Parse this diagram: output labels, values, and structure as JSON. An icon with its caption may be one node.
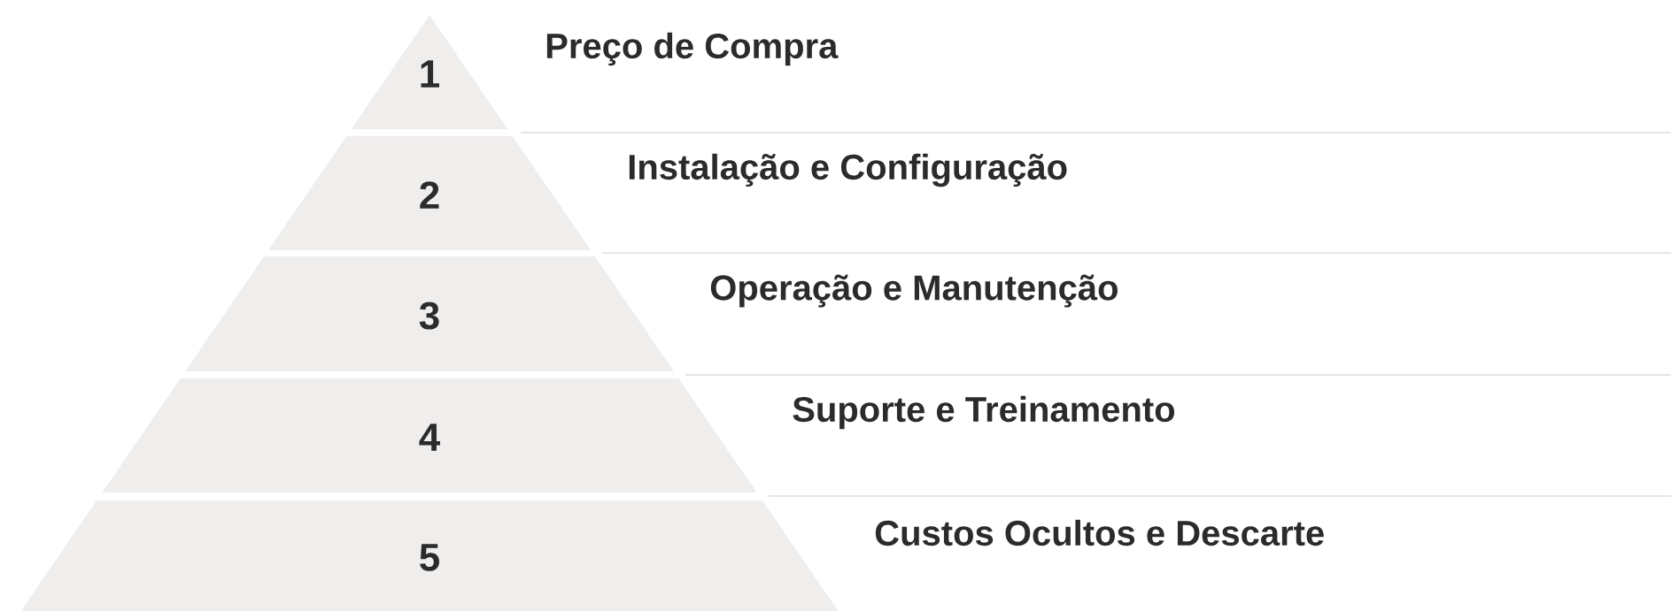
{
  "diagram": {
    "nodes": [
      {
        "text": [
          "1",
          "Preço de Compra"
        ]
      },
      {
        "text": [
          "2",
          "Instalação e Configuração"
        ]
      },
      {
        "text": [
          "3",
          "Operação e Manutenção"
        ]
      },
      {
        "text": [
          "4",
          "Suporte e Treinamento"
        ]
      },
      {
        "text": [
          "5",
          "Custos Ocultos e Descarte"
        ]
      }
    ]
  }
}
